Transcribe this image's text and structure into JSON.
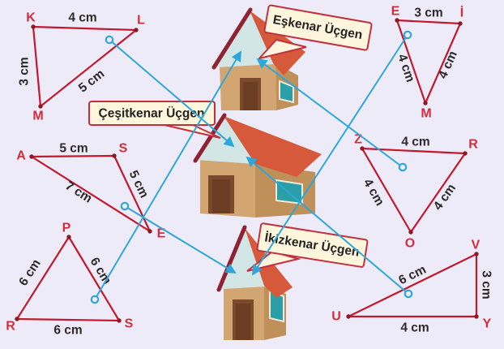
{
  "colors": {
    "background": "#edebf7",
    "triangle_red": "#c2182f",
    "vertex_label_red": "#d22c3e",
    "side_label_dark": "#2e2a2b",
    "connector_cyan": "#2ea7d8",
    "callout_fill": "#fdf6dd",
    "callout_border": "#c23040",
    "roof_red": "#d6593b",
    "roof_trim_maroon": "#8f2233",
    "gable_blue": "#d3e6e6",
    "wall_tan": "#d3a571",
    "wall_side_tan": "#bf9059",
    "door_brown": "#7b4a2c",
    "window_teal": "#2a9fa8"
  },
  "callouts": {
    "eskenar": "Eşkenar Üçgen",
    "cesitkenar": "Çeşitkenar Üçgen",
    "ikizkenar": "İkizkenar Üçgen"
  },
  "triangles": {
    "klm": {
      "v1": "K",
      "v2": "L",
      "v3": "M",
      "s_top": "4 cm",
      "s_left": "3 cm",
      "s_hyp": "5 cm"
    },
    "eim": {
      "v1": "E",
      "v2": "İ",
      "v3": "M",
      "s_top": "3 cm",
      "s_left": "4 cm",
      "s_right": "4 cm"
    },
    "ase": {
      "v1": "A",
      "v2": "S",
      "v3": "E",
      "s_top": "5 cm",
      "s_hyp": "7 cm",
      "s_right": "5 cm"
    },
    "zro": {
      "v1": "Z",
      "v2": "R",
      "v3": "O",
      "s_top": "4 cm",
      "s_left": "4 cm",
      "s_right": "4 cm"
    },
    "prs": {
      "v1": "P",
      "v2": "R",
      "v3": "S",
      "s_left": "6 cm",
      "s_right": "6 cm",
      "s_bottom": "6 cm"
    },
    "uvy": {
      "v1": "V",
      "v2": "U",
      "v3": "Y",
      "s_hyp": "6 cm",
      "s_right": "3 cm",
      "s_bottom": "4 cm"
    }
  }
}
